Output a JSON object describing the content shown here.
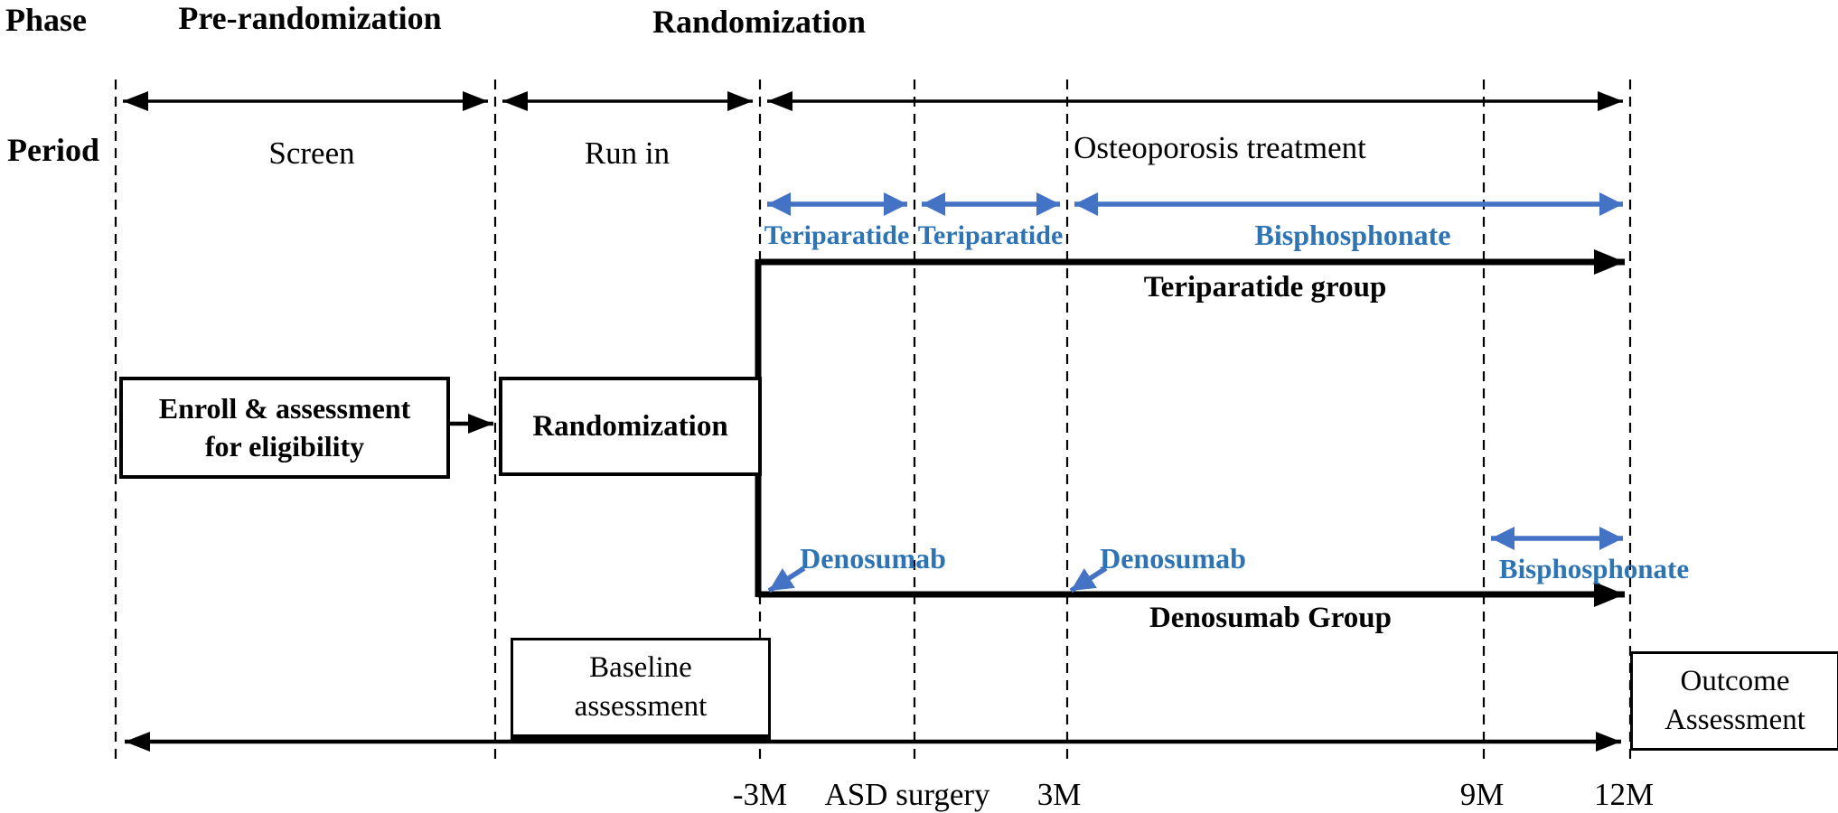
{
  "figure_title": "Study design timeline diagram",
  "phase_row": {
    "row_label": "Phase",
    "pre_randomization": "Pre-randomization",
    "randomization": "Randomization"
  },
  "period_row": {
    "row_label": "Period",
    "screen": "Screen",
    "run_in": "Run in",
    "osteoporosis_treatment": "Osteoporosis treatment"
  },
  "teriparatide_arm": {
    "segment1": "Teriparatide",
    "segment2": "Teriparatide",
    "segment3": "Bisphosphonate",
    "group_label": "Teriparatide group"
  },
  "denosumab_arm": {
    "injection1": "Denosumab",
    "injection2": "Denosumab",
    "segment": "Bisphosphonate",
    "group_label": "Denosumab Group"
  },
  "boxes": {
    "enroll": {
      "line1": "Enroll & assessment",
      "line2": "for eligibility"
    },
    "randomization": "Randomization",
    "baseline": {
      "line1": "Baseline",
      "line2": "assessment"
    },
    "outcome": {
      "line1": "Outcome",
      "line2": "Assessment"
    }
  },
  "timeline_labels": {
    "minus_3m": "-3M",
    "asd_surgery": "ASD surgery",
    "plus_3m": "3M",
    "plus_9m": "9M",
    "plus_12m": "12M"
  },
  "colors": {
    "ink": "#000000",
    "blue_arrow": "#4472C4",
    "blue_text": "#2E74B5"
  }
}
